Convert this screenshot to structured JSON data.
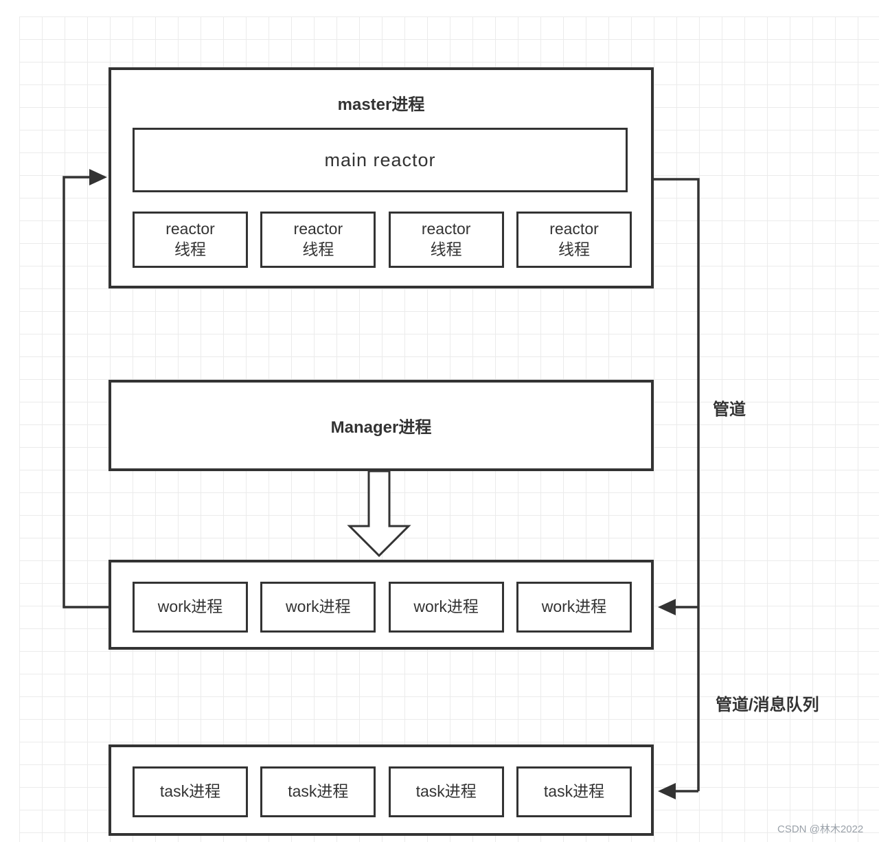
{
  "theme": {
    "line_color": "#333333",
    "text_color": "#333333",
    "grid_line_color": "#ebebeb",
    "background_color": "#ffffff",
    "watermark_color": "#9aa1a9"
  },
  "master": {
    "title": "master进程",
    "main_reactor_label": "main reactor",
    "reactor_threads": [
      {
        "line1": "reactor",
        "line2": "线程"
      },
      {
        "line1": "reactor",
        "line2": "线程"
      },
      {
        "line1": "reactor",
        "line2": "线程"
      },
      {
        "line1": "reactor",
        "line2": "线程"
      }
    ]
  },
  "manager": {
    "title": "Manager进程"
  },
  "workers": {
    "items": [
      "work进程",
      "work进程",
      "work进程",
      "work进程"
    ]
  },
  "tasks": {
    "items": [
      "task进程",
      "task进程",
      "task进程",
      "task进程"
    ]
  },
  "labels": {
    "pipe": "管道",
    "pipe_queue": "管道/消息队列"
  },
  "watermark": {
    "text": "CSDN @林木2022"
  }
}
